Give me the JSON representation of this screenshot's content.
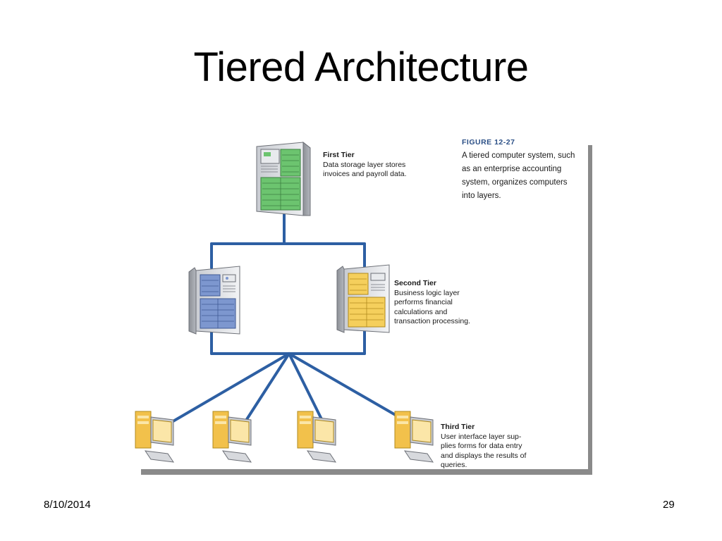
{
  "slide": {
    "title": "Tiered Architecture",
    "date": "8/10/2014",
    "page_number": "29"
  },
  "figure": {
    "label": "FIGURE 12-27",
    "caption": "A tiered computer system, such\nas an enterprise accounting\nsystem, organizes computers\ninto layers."
  },
  "tiers": {
    "first": {
      "name": "First Tier",
      "description": "Data storage layer stores\ninvoices and payroll data."
    },
    "second": {
      "name": "Second Tier",
      "description": "Business logic layer\nperforms financial\ncalculations and\ntransaction processing."
    },
    "third": {
      "name": "Third Tier",
      "description": "User interface layer sup-\nplies forms for data entry\nand displays the results of\nqueries."
    }
  },
  "colors": {
    "connector": "#2d5fa3",
    "first_tier": "#6cc46f",
    "second_tier_left": "#7d97cf",
    "second_tier_right": "#f5cf5c",
    "third_tier": "#f2c14b"
  }
}
